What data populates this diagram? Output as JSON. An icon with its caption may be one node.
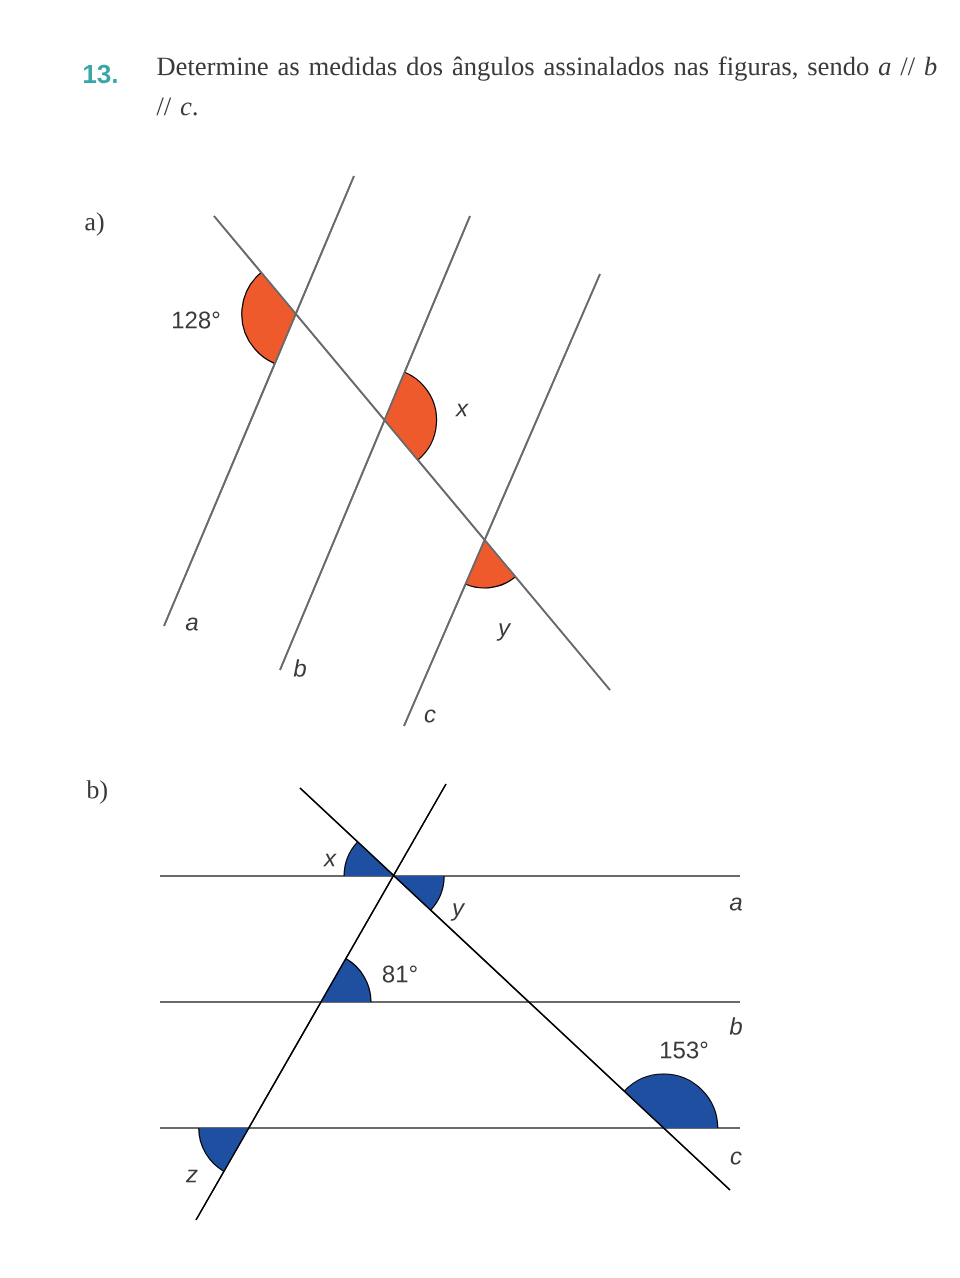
{
  "diagram": {
    "title": "Determine as medidas dos ângulos assinalados nas figuras, sendo *a* // *b* // *c*.",
    "labels": [
      "13.",
      "a)",
      "128°",
      "x",
      "y",
      "a",
      "b",
      "c",
      "b)",
      "x",
      "y",
      "a",
      "81°",
      "b",
      "153°",
      "c",
      "z"
    ]
  }
}
